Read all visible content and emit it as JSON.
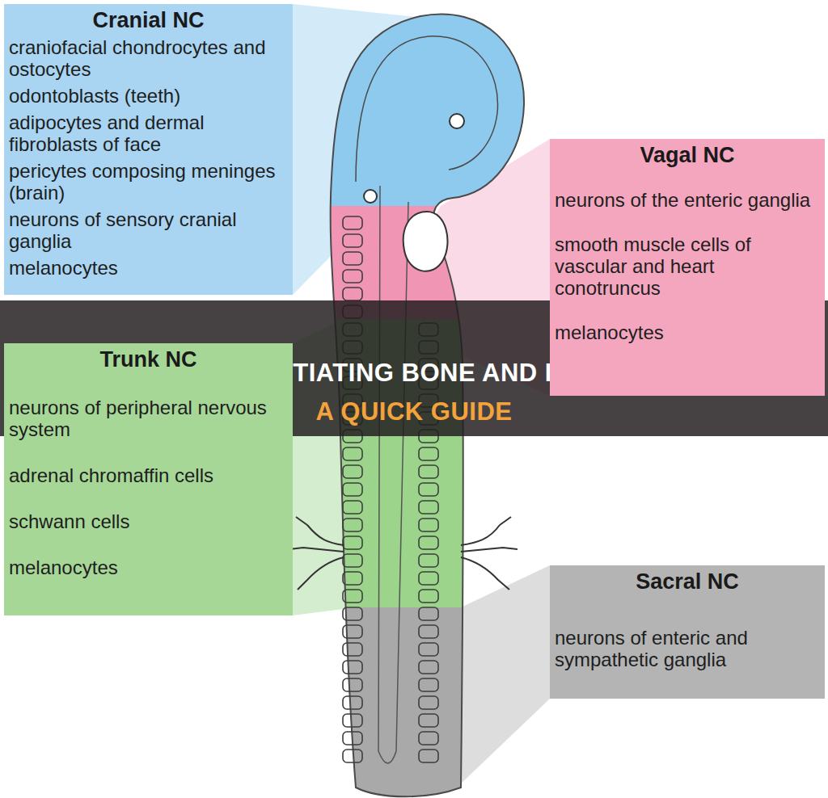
{
  "diagram": {
    "nodes": [
      {
        "text": [
          "Cranial NC",
          "craniofacial chondrocytes and ostocytes",
          "odontoblasts (teeth)",
          "adipocytes and dermal fibroblasts of face",
          "pericytes composing meninges (brain)",
          "neurons of sensory cranial ganglia",
          "melanocytes"
        ]
      },
      {
        "text": [
          "Vagal NC",
          "neurons of the enteric ganglia",
          "smooth muscle cells of vascular and heart conotruncus",
          "melanocytes"
        ]
      },
      {
        "text": [
          "Trunk NC",
          "neurons of peripheral nervous system",
          "adrenal chromaffin cells",
          "schwann cells",
          "melanocytes"
        ]
      },
      {
        "text": [
          "Sacral NC",
          "neurons of enteric and sympathetic ganglia"
        ]
      }
    ],
    "labels": [
      "DIFFERENTIATING BONE AND PLASTIC:",
      "A QUICK GUIDE"
    ]
  }
}
